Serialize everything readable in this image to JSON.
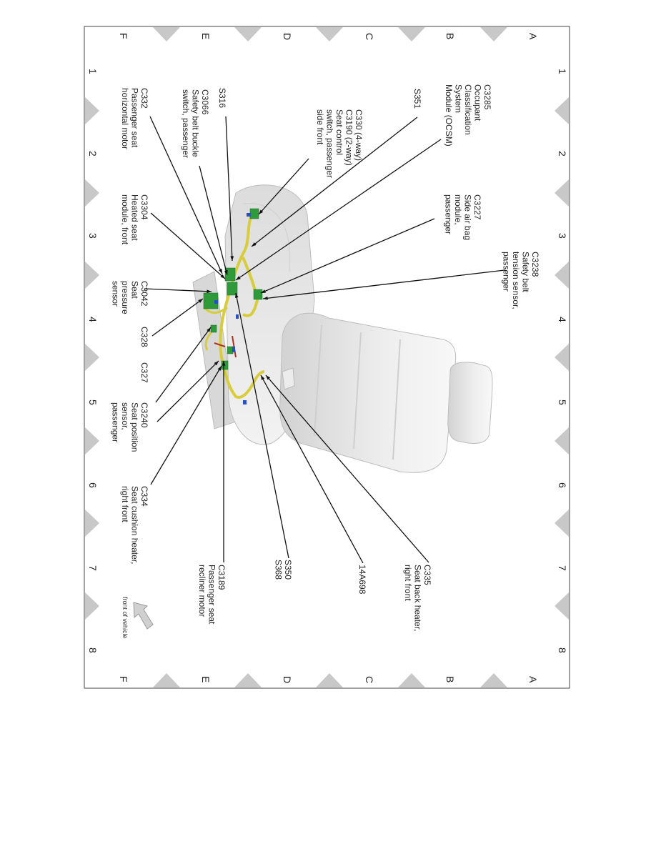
{
  "grid": {
    "letters": [
      "A",
      "B",
      "C",
      "D",
      "E",
      "F"
    ],
    "numbers": [
      "1",
      "2",
      "3",
      "4",
      "5",
      "6",
      "7",
      "8"
    ]
  },
  "labels": [
    {
      "id": "C3285",
      "lines": [
        "C3285",
        "Occupant",
        "Classification",
        "System",
        "Module (OCSM)"
      ]
    },
    {
      "id": "S351",
      "lines": [
        "S351"
      ]
    },
    {
      "id": "C3227",
      "lines": [
        "C3227",
        "Side air bag",
        "module,",
        "passenger"
      ]
    },
    {
      "id": "C3238",
      "lines": [
        "C3238",
        "Safety belt",
        "tension sensor,",
        "passenger"
      ]
    },
    {
      "id": "C330",
      "lines": [
        "C330   (4-way)",
        "C3190  (2-way)",
        "Seat control",
        "switch, passenger",
        "side front"
      ]
    },
    {
      "id": "S316",
      "lines": [
        "S316"
      ]
    },
    {
      "id": "C3066",
      "lines": [
        "C3066",
        "Safety belt buckle",
        "switch, passenger"
      ]
    },
    {
      "id": "C332",
      "lines": [
        "C332",
        "Passenger seat",
        "horizontal motor"
      ]
    },
    {
      "id": "C3304",
      "lines": [
        "C3304",
        "Heated seat",
        "module, front"
      ]
    },
    {
      "id": "C3042",
      "lines": [
        "C3042",
        "Seat",
        "pressure",
        "sensor"
      ]
    },
    {
      "id": "C328",
      "lines": [
        "C328"
      ]
    },
    {
      "id": "C327",
      "lines": [
        "C327"
      ]
    },
    {
      "id": "C3240",
      "lines": [
        "C3240",
        "Seat position",
        "sensor,",
        "passenger"
      ]
    },
    {
      "id": "C334",
      "lines": [
        "C334",
        "Seat cushion heater,",
        "right front"
      ]
    },
    {
      "id": "C3189",
      "lines": [
        "C3189",
        "Passenger seat",
        "recliner motor"
      ]
    },
    {
      "id": "S350",
      "lines": [
        "S350",
        "S368"
      ]
    },
    {
      "id": "14A698",
      "lines": [
        "14A698"
      ]
    },
    {
      "id": "C335",
      "lines": [
        "C335",
        "Seat back heater,",
        "right front"
      ]
    }
  ],
  "orientation": {
    "label": "front of vehicle",
    "icon": "arrow-icon"
  },
  "colors": {
    "harness": "#d8cc3a",
    "connector": "#2e9a3a",
    "seat": "#e6e6e6",
    "triangle": "#c8c8c8",
    "pin_blue": "#2a4fc0",
    "wire_red": "#b03020"
  }
}
